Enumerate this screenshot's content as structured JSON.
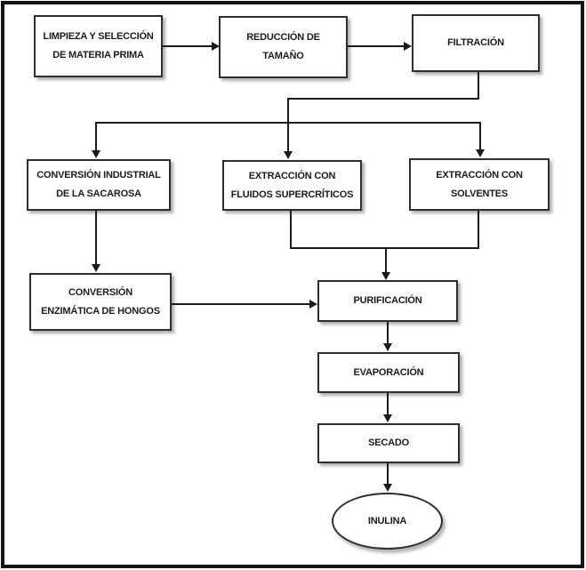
{
  "flowchart": {
    "description": "Process flow diagram ending in INULINA terminal node",
    "nodes": [
      {
        "id": "limpieza-seleccion",
        "shape": "rect",
        "label": "LIMPIEZA Y SELECCIÓN\nDE MATERIA PRIMA"
      },
      {
        "id": "reduccion-tamano",
        "shape": "rect",
        "label": "REDUCCIÓN DE\nTAMAÑO"
      },
      {
        "id": "filtracion",
        "shape": "rect",
        "label": "FILTRACIÓN"
      },
      {
        "id": "conversion-industrial",
        "shape": "rect",
        "label": "CONVERSIÓN INDUSTRIAL\nDE LA SACAROSA"
      },
      {
        "id": "extraccion-fluidos",
        "shape": "rect",
        "label": "EXTRACCIÓN CON\nFLUIDOS SUPERCRÍTICOS"
      },
      {
        "id": "extraccion-solventes",
        "shape": "rect",
        "label": "EXTRACCIÓN CON\nSOLVENTES"
      },
      {
        "id": "conversion-enzimatica",
        "shape": "rect",
        "label": "CONVERSIÓN\nENZIMÁTICA DE HONGOS"
      },
      {
        "id": "purificacion",
        "shape": "rect",
        "label": "PURIFICACIÓN"
      },
      {
        "id": "evaporacion",
        "shape": "rect",
        "label": "EVAPORACIÓN"
      },
      {
        "id": "secado",
        "shape": "rect",
        "label": "SECADO"
      },
      {
        "id": "inulina",
        "shape": "ellipse",
        "label": "INULINA"
      }
    ],
    "edges": [
      {
        "from": "limpieza-seleccion",
        "to": "reduccion-tamano"
      },
      {
        "from": "reduccion-tamano",
        "to": "filtracion"
      },
      {
        "from": "filtracion",
        "to": "conversion-industrial"
      },
      {
        "from": "filtracion",
        "to": "extraccion-fluidos"
      },
      {
        "from": "filtracion",
        "to": "extraccion-solventes"
      },
      {
        "from": "conversion-industrial",
        "to": "conversion-enzimatica"
      },
      {
        "from": "conversion-enzimatica",
        "to": "purificacion"
      },
      {
        "from": "extraccion-fluidos",
        "to": "purificacion"
      },
      {
        "from": "extraccion-solventes",
        "to": "purificacion"
      },
      {
        "from": "purificacion",
        "to": "evaporacion"
      },
      {
        "from": "evaporacion",
        "to": "secado"
      },
      {
        "from": "secado",
        "to": "inulina"
      }
    ],
    "colors": {
      "background": "#ffffff",
      "frame_border": "#141414",
      "node_border": "#2e2e2e",
      "line": "#1b1b1b",
      "text": "#1c1c1c",
      "shadow": "#6e6e6e"
    }
  }
}
